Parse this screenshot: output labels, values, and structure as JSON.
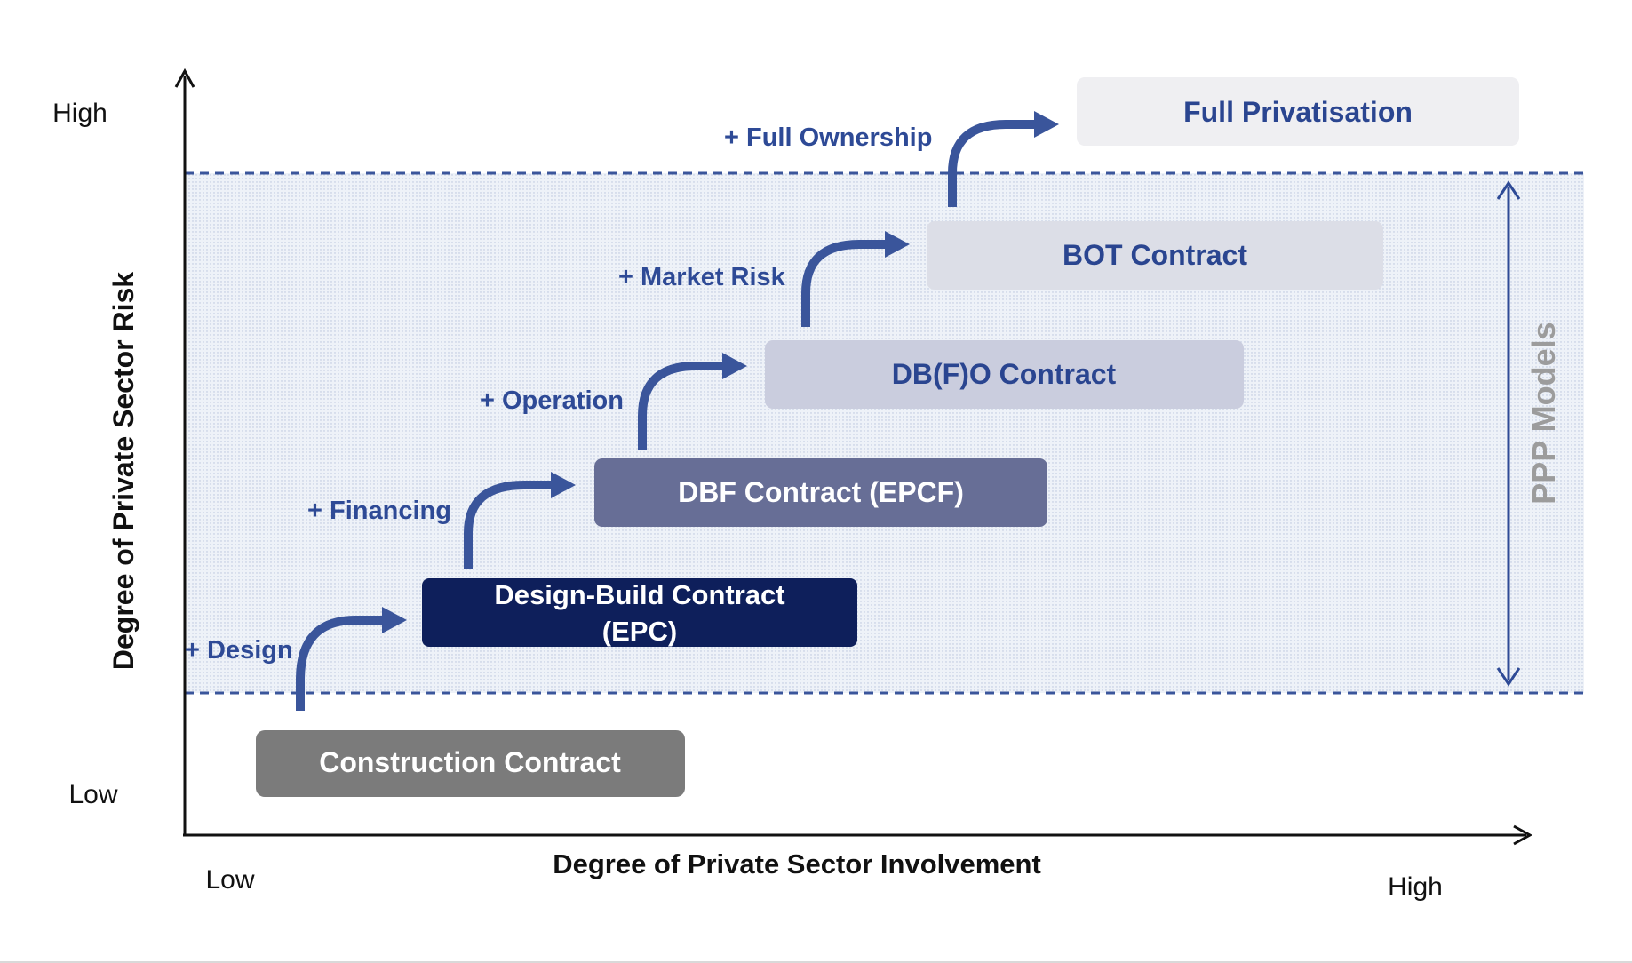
{
  "diagram": {
    "y_axis": {
      "title": "Degree of Private Sector Risk",
      "high_label": "High",
      "low_label": "Low"
    },
    "x_axis": {
      "title": "Degree of Private Sector Involvement",
      "low_label": "Low",
      "high_label": "High"
    },
    "ppp_band": {
      "label": "PPP Models",
      "fill_color": "#e3e9f3",
      "line_color": "#3a559b"
    },
    "stages": [
      {
        "label": "Construction Contract",
        "fill": "#7b7b7b",
        "text_color": "#ffffff"
      },
      {
        "label_line1": "Design-Build Contract",
        "label_line2": "(EPC)",
        "fill": "#0e1f5b",
        "text_color": "#ffffff"
      },
      {
        "label": "DBF Contract (EPCF)",
        "fill": "#676e96",
        "text_color": "#ffffff"
      },
      {
        "label": "DB(F)O Contract",
        "fill": "#cacdde",
        "text_color": "#2a4590"
      },
      {
        "label": "BOT Contract",
        "fill": "#dcdee7",
        "text_color": "#2a4590"
      },
      {
        "label": "Full Privatisation",
        "fill": "#efeff2",
        "text_color": "#2a4590"
      }
    ],
    "steps": [
      {
        "label": "+ Design"
      },
      {
        "label": "+ Financing"
      },
      {
        "label": "+ Operation"
      },
      {
        "label": "+ Market Risk"
      },
      {
        "label": "+ Full Ownership"
      }
    ],
    "colors": {
      "arrow": "#3a559b",
      "step_text": "#2e4a96",
      "axis": "#111111",
      "ppp_label": "#9c9c9c"
    }
  }
}
